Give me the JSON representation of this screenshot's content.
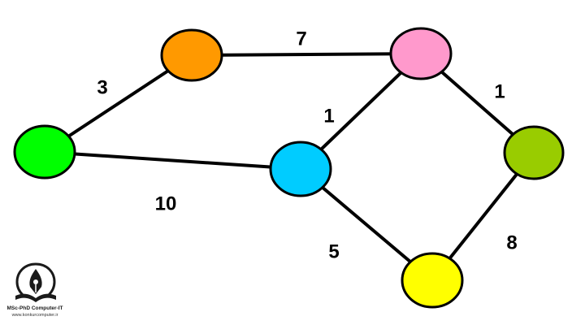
{
  "graph": {
    "nodes": [
      {
        "id": "green",
        "color": "#00ff00"
      },
      {
        "id": "orange",
        "color": "#ff9900"
      },
      {
        "id": "pink",
        "color": "#ff99cc"
      },
      {
        "id": "blue",
        "color": "#00ccff"
      },
      {
        "id": "olive",
        "color": "#99cc00"
      },
      {
        "id": "yellow",
        "color": "#ffff00"
      }
    ],
    "edges": [
      {
        "from": "green",
        "to": "orange",
        "weight": "3"
      },
      {
        "from": "orange",
        "to": "pink",
        "weight": "7"
      },
      {
        "from": "green",
        "to": "blue",
        "weight": "10"
      },
      {
        "from": "blue",
        "to": "pink",
        "weight": "1"
      },
      {
        "from": "pink",
        "to": "olive",
        "weight": "1"
      },
      {
        "from": "blue",
        "to": "yellow",
        "weight": "5"
      },
      {
        "from": "olive",
        "to": "yellow",
        "weight": "8"
      }
    ]
  },
  "logo": {
    "title": "MSc-PhD Computer-IT",
    "url": "www.konkurcomputer.ir",
    "icon": "pen-book-logo-icon"
  }
}
